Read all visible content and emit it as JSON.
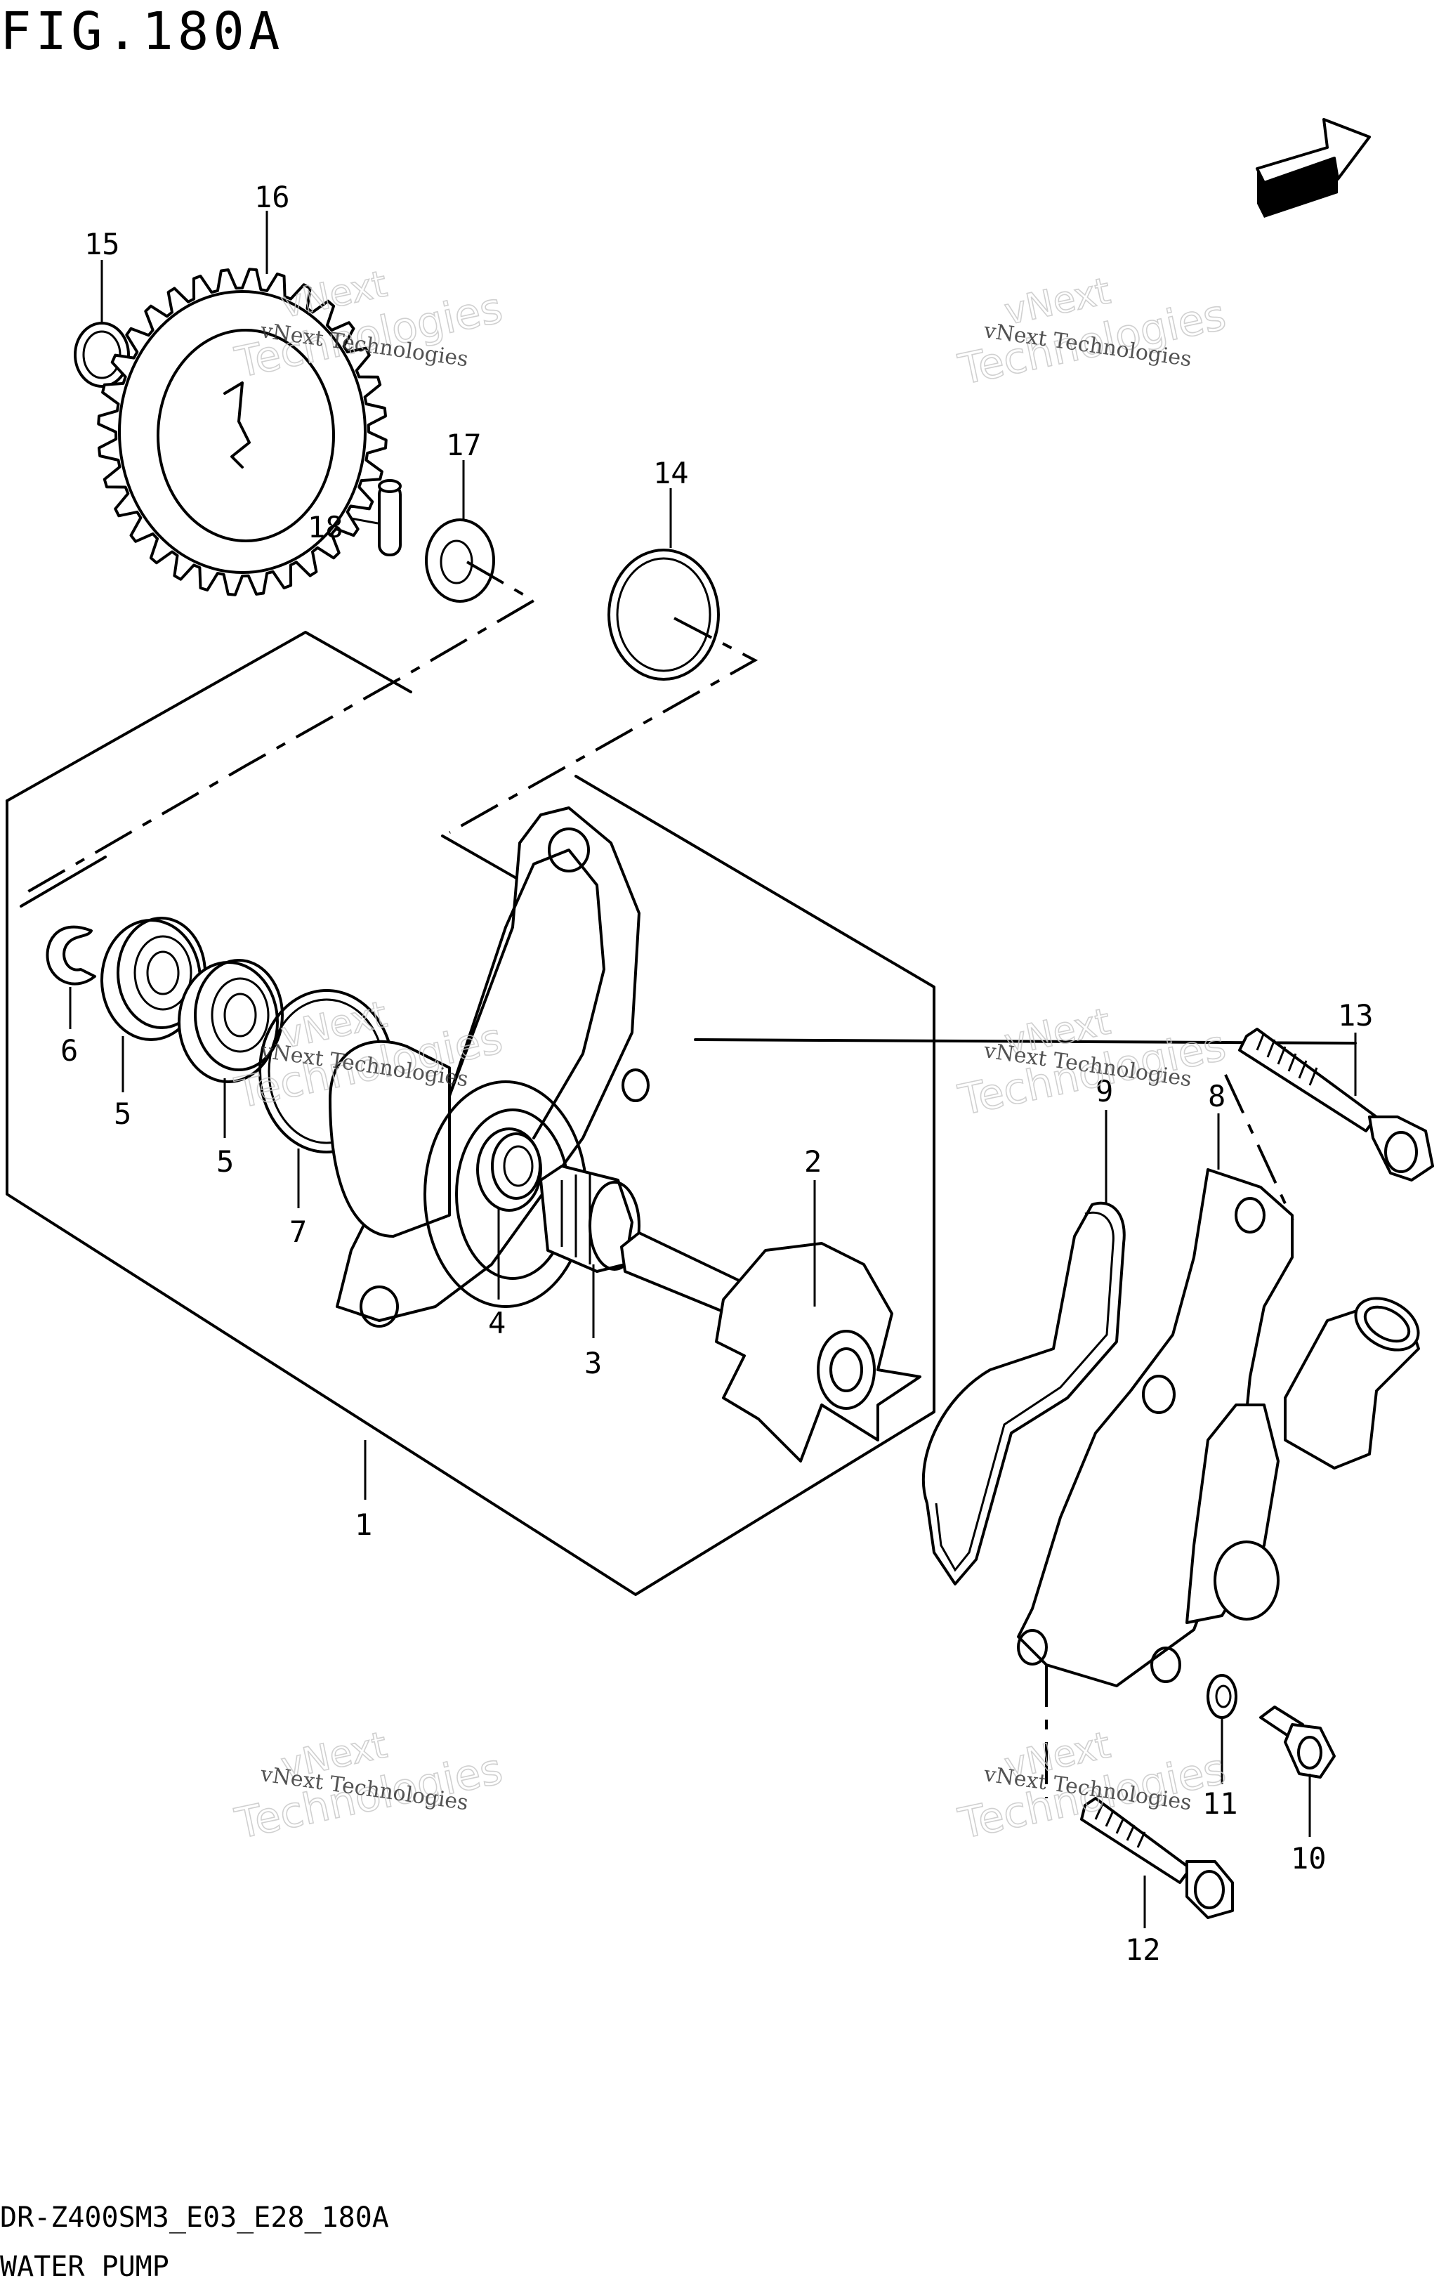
{
  "figure_title": "FIG.180A",
  "fwd_label": "FWD",
  "watermark": {
    "line1": "vNext Technologies",
    "line2": "vNext",
    "line3": "Technologies"
  },
  "callouts": [
    "1",
    "2",
    "3",
    "4",
    "5",
    "5",
    "6",
    "7",
    "8",
    "9",
    "10",
    "11",
    "12",
    "13",
    "14",
    "15",
    "16",
    "17",
    "18"
  ],
  "footer": {
    "model_code": "DR-Z400SM3_E03_E28_180A",
    "section_name": "WATER PUMP"
  }
}
